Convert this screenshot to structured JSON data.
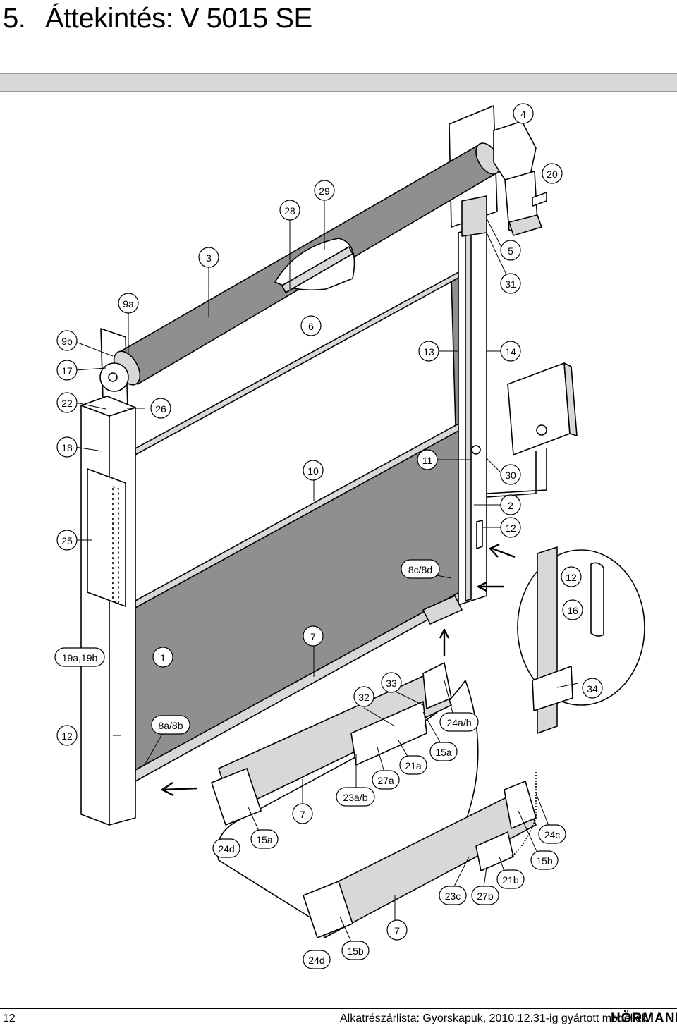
{
  "header": {
    "section_number": "5.",
    "title": "Áttekintés: V 5015 SE"
  },
  "footer": {
    "page_number": "12",
    "text": "Alkatrészárlista: Gyorskapuk, 2010.12.31-ig gyártott modellek",
    "brand": "HÖRMANN"
  },
  "callouts": [
    {
      "label": "4"
    },
    {
      "label": "20"
    },
    {
      "label": "29"
    },
    {
      "label": "28"
    },
    {
      "label": "3"
    },
    {
      "label": "5"
    },
    {
      "label": "31"
    },
    {
      "label": "9a"
    },
    {
      "label": "6"
    },
    {
      "label": "9b"
    },
    {
      "label": "13"
    },
    {
      "label": "14"
    },
    {
      "label": "17"
    },
    {
      "label": "22"
    },
    {
      "label": "26"
    },
    {
      "label": "18"
    },
    {
      "label": "10"
    },
    {
      "label": "11"
    },
    {
      "label": "30"
    },
    {
      "label": "2"
    },
    {
      "label": "25"
    },
    {
      "label": "12"
    },
    {
      "label": "8c/8d"
    },
    {
      "label": "12"
    },
    {
      "label": "16"
    },
    {
      "label": "7"
    },
    {
      "label": "19a,19b"
    },
    {
      "label": "1"
    },
    {
      "label": "33"
    },
    {
      "label": "32"
    },
    {
      "label": "34"
    },
    {
      "label": "24a/b"
    },
    {
      "label": "12"
    },
    {
      "label": "8a/8b"
    },
    {
      "label": "15a"
    },
    {
      "label": "21a"
    },
    {
      "label": "27a"
    },
    {
      "label": "23a/b"
    },
    {
      "label": "7"
    },
    {
      "label": "24d"
    },
    {
      "label": "15a"
    },
    {
      "label": "24c"
    },
    {
      "label": "15b"
    },
    {
      "label": "21b"
    },
    {
      "label": "23c"
    },
    {
      "label": "27b"
    },
    {
      "label": "7"
    },
    {
      "label": "24d"
    },
    {
      "label": "15b"
    }
  ]
}
